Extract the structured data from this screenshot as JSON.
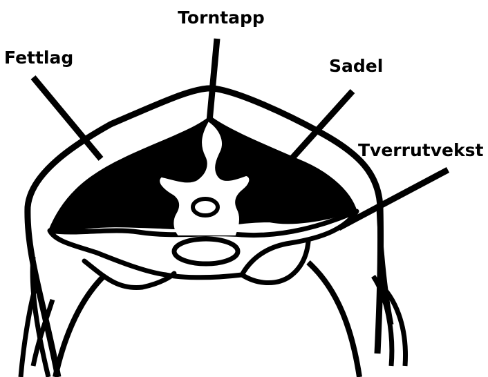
{
  "labels": {
    "torntapp": "Torntapp",
    "fettlag": "Fettlag",
    "sadel": "Sadel",
    "tverrutvekst": "Tverrutvekst"
  },
  "colors": {
    "ink": "#000000",
    "background": "#ffffff"
  }
}
